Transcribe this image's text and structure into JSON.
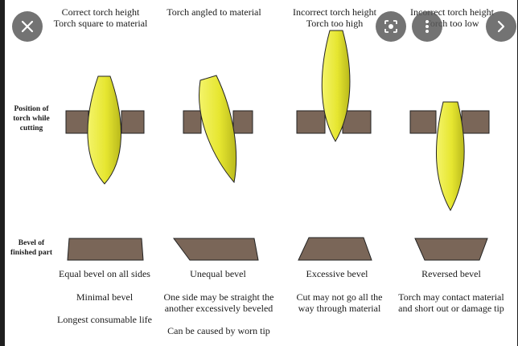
{
  "viewer": {
    "close_icon": "close-icon",
    "lens_icon": "lens-icon",
    "more_icon": "more-vertical-icon",
    "next_icon": "chevron-right-icon"
  },
  "row_labels": {
    "position": [
      "Position of",
      "torch while",
      "cutting"
    ],
    "bevel": [
      "Bevel of",
      "finished part"
    ]
  },
  "columns": [
    {
      "heading": [
        "Correct torch height",
        "Torch square to material"
      ],
      "bevel_name": "Equal bevel on all sides",
      "notes": [
        "Minimal bevel",
        "Longest consumable life"
      ]
    },
    {
      "heading": [
        "Torch angled to material"
      ],
      "bevel_name": "Unequal bevel",
      "notes": [
        "One side may be straight the",
        "another excessively beveled",
        "Can be caused by worn tip"
      ]
    },
    {
      "heading": [
        "Incorrect torch height",
        "Torch too high"
      ],
      "bevel_name": "Excessive bevel",
      "notes": [
        "Cut may not go all the",
        "way through material"
      ]
    },
    {
      "heading": [
        "Incorrect torch height",
        "Torch too low"
      ],
      "bevel_name": "Reversed bevel",
      "notes": [
        "Torch may contact material",
        "and short out or damage tip"
      ]
    }
  ],
  "colors": {
    "metal": "#7a6658",
    "torch": "#ecec3a",
    "torch_shade": "#b8b81e"
  }
}
